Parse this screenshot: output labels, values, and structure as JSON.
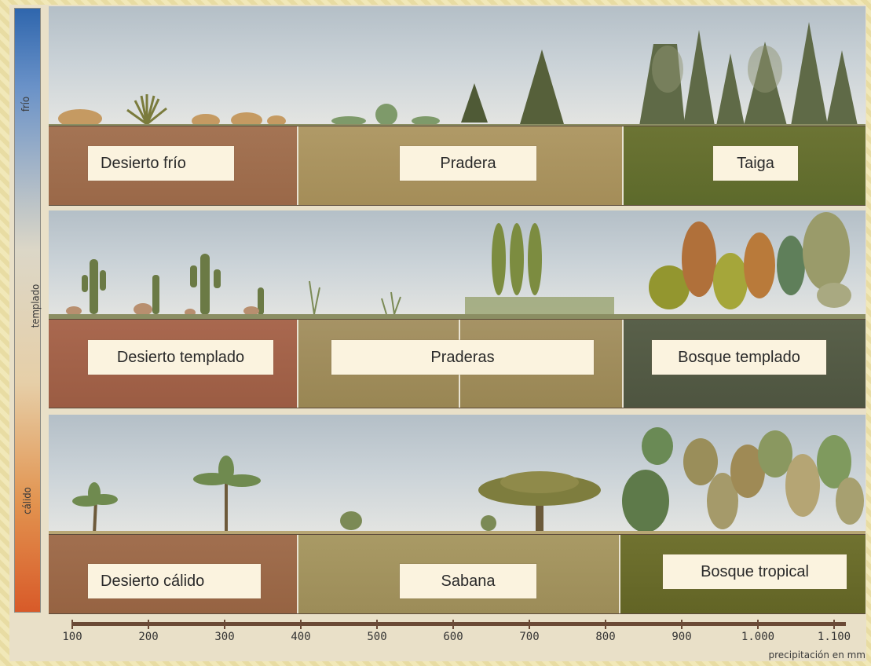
{
  "temperature_scale": {
    "cold": "frío",
    "temperate": "templado",
    "hot": "cálido"
  },
  "biomes": {
    "cold": [
      "Desierto frío",
      "Pradera",
      "Taiga"
    ],
    "temperate": [
      "Desierto templado",
      "Praderas",
      "Bosque templado"
    ],
    "hot": [
      "Desierto cálido",
      "Sabana",
      "Bosque tropical"
    ]
  },
  "axis": {
    "ticks": [
      "100",
      "200",
      "300",
      "400",
      "500",
      "600",
      "700",
      "800",
      "900",
      "1.000",
      "1.100"
    ],
    "title": "precipitación en mm"
  },
  "colors": {
    "cold_scale": "#2f66ad",
    "hot_scale": "#d85a29",
    "desert_soil": "#9b6a4a",
    "grass_soil": "#a68f58",
    "forest_soil": "#5f6a2a"
  }
}
